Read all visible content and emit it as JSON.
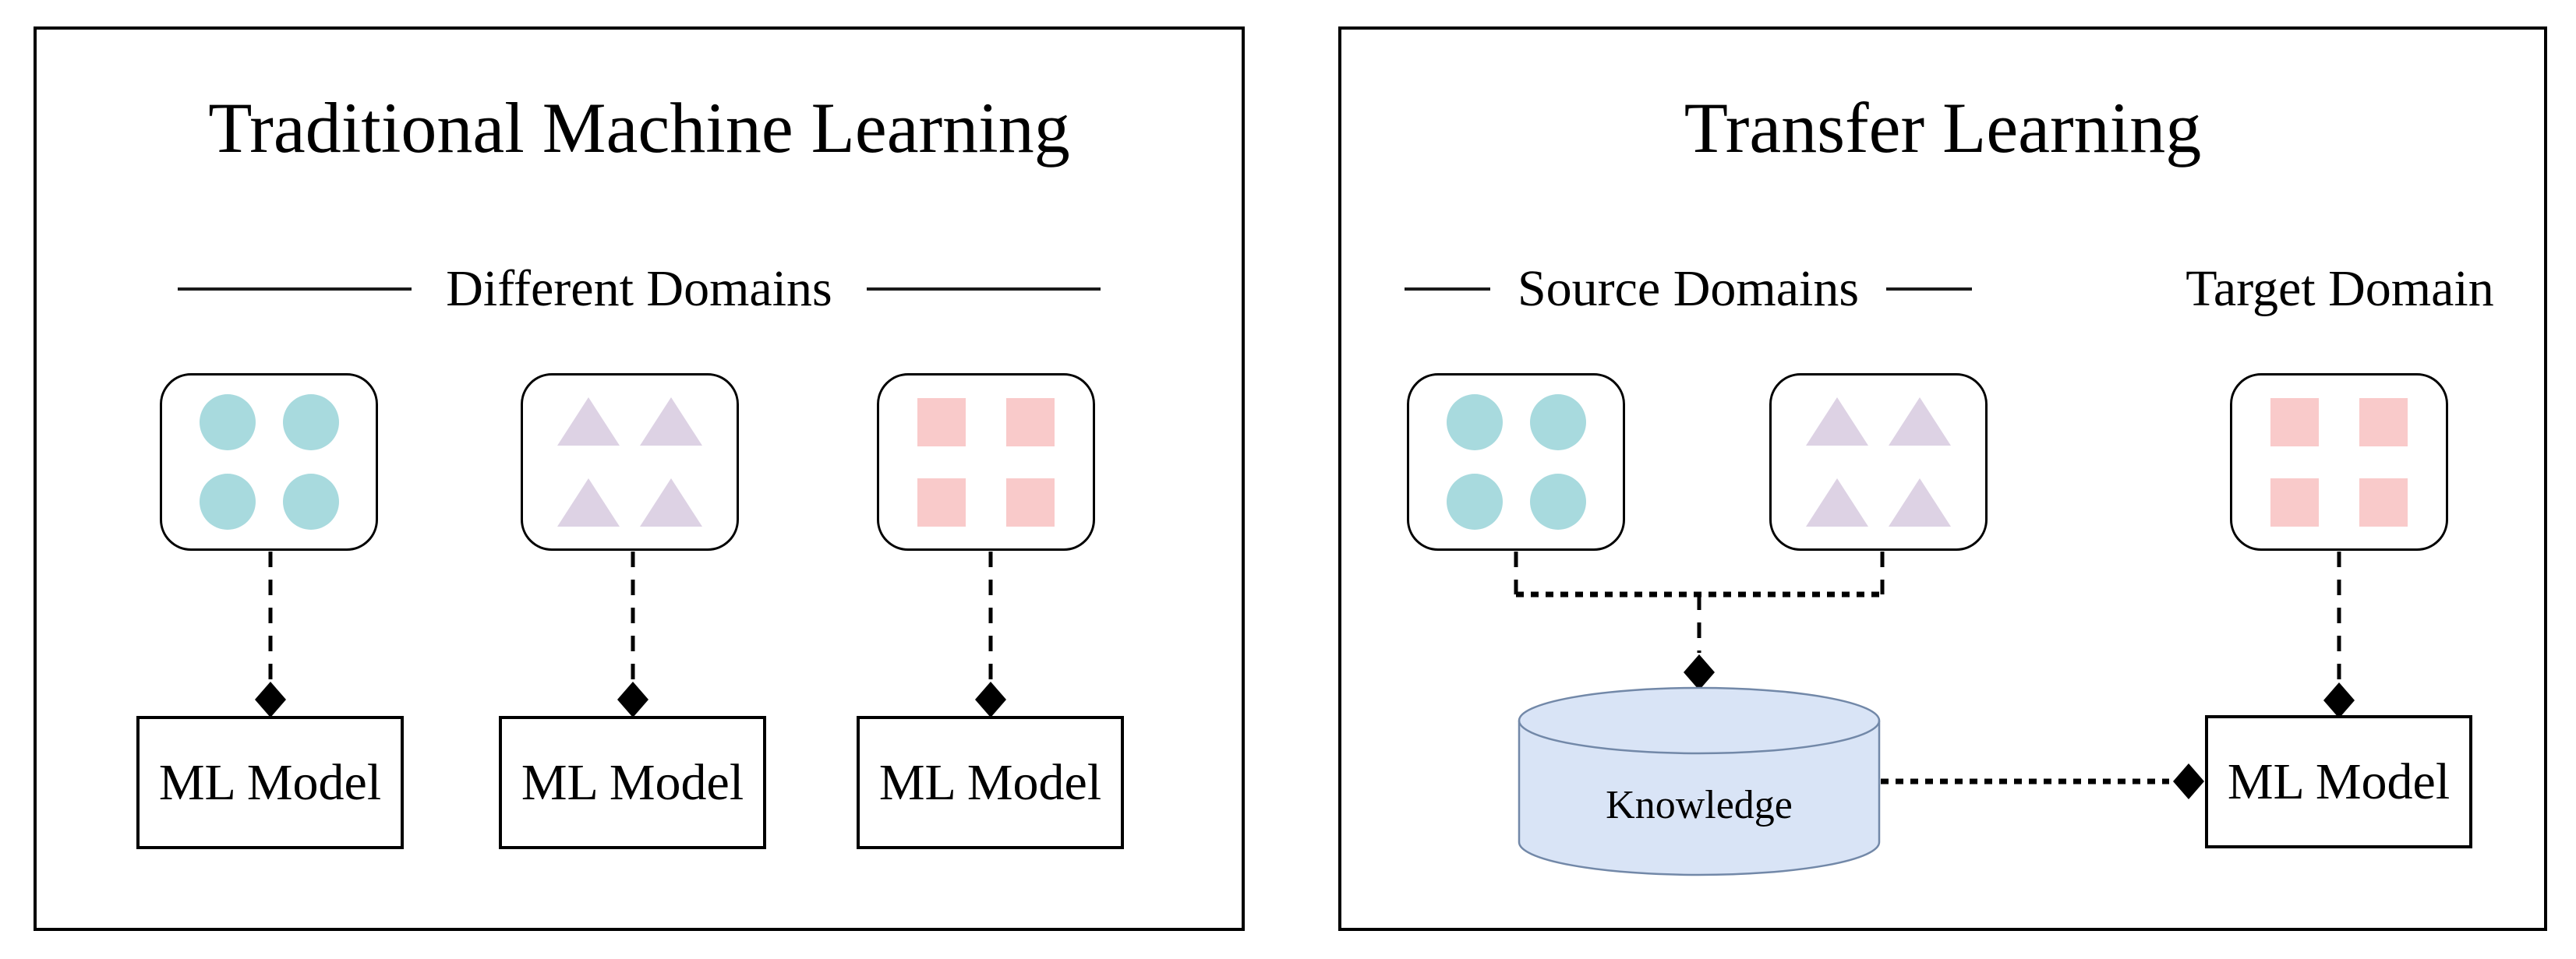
{
  "colors": {
    "circle": "#a8dade",
    "triangle": "#ddd2e4",
    "square": "#f9caca",
    "cylinder_fill": "#d9e4f6",
    "cylinder_stroke": "#7288a8",
    "line": "#000000"
  },
  "left_panel": {
    "title": "Traditional Machine Learning",
    "section_label": "Different Domains",
    "domains": [
      {
        "shape": "circles"
      },
      {
        "shape": "triangles"
      },
      {
        "shape": "squares"
      }
    ],
    "models": [
      {
        "label": "ML Model"
      },
      {
        "label": "ML Model"
      },
      {
        "label": "ML Model"
      }
    ]
  },
  "right_panel": {
    "title": "Transfer Learning",
    "source_label": "Source Domains",
    "target_label": "Target Domain",
    "source_domains": [
      {
        "shape": "circles"
      },
      {
        "shape": "triangles"
      }
    ],
    "target_domain": {
      "shape": "squares"
    },
    "knowledge": {
      "label": "Knowledge"
    },
    "model": {
      "label": "ML Model"
    }
  }
}
